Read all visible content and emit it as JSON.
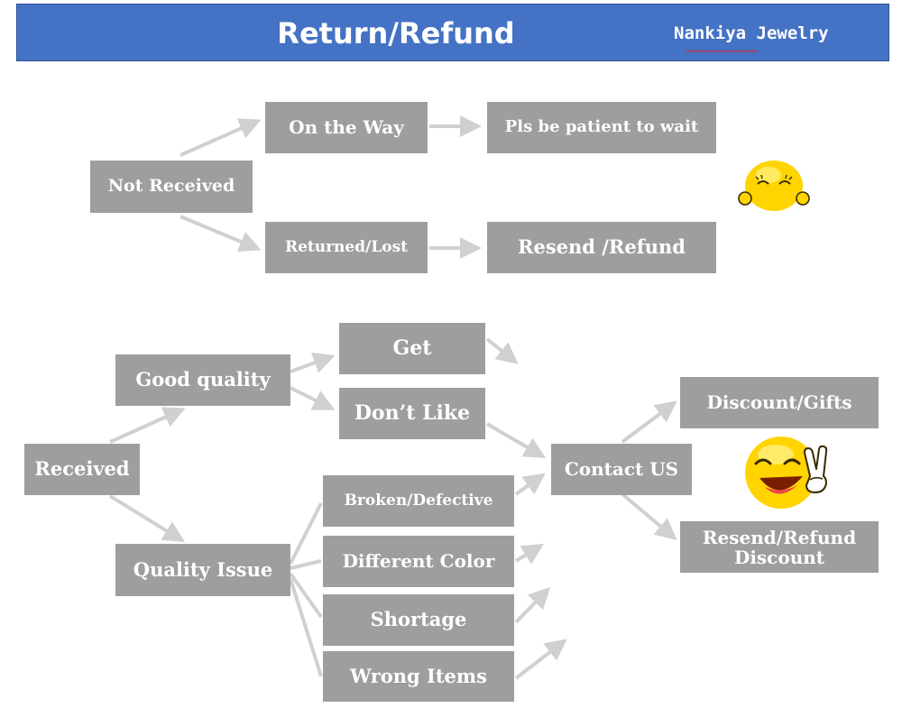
{
  "header": {
    "title": "Return/Refund",
    "brand": "Nankiya Jewelry",
    "bg_color": "#4472c4"
  },
  "colors": {
    "box": "#9e9e9e",
    "arrow": "#d0d0d0",
    "text": "#ffffff",
    "emoji": "#ffd400"
  },
  "nodes": {
    "not_received": "Not Received",
    "on_the_way": "On the Way",
    "pls_wait": "Pls be patient to wait",
    "returned_lost": "Returned/Lost",
    "resend_refund": "Resend /Refund",
    "received": "Received",
    "good_quality": "Good quality",
    "get": "Get",
    "dont_like": "Don’t Like",
    "quality_issue": "Quality Issue",
    "broken": "Broken/Defective",
    "diff_color": "Different Color",
    "shortage": "Shortage",
    "wrong_items": "Wrong Items",
    "contact_us": "Contact US",
    "discount_gifts": "Discount/Gifts",
    "resend_refund_discount_1": "Resend/Refund",
    "resend_refund_discount_2": "Discount"
  },
  "icons": {
    "emoji_shy": "smiling-face-icon",
    "emoji_laugh": "laughing-victory-face-icon"
  }
}
